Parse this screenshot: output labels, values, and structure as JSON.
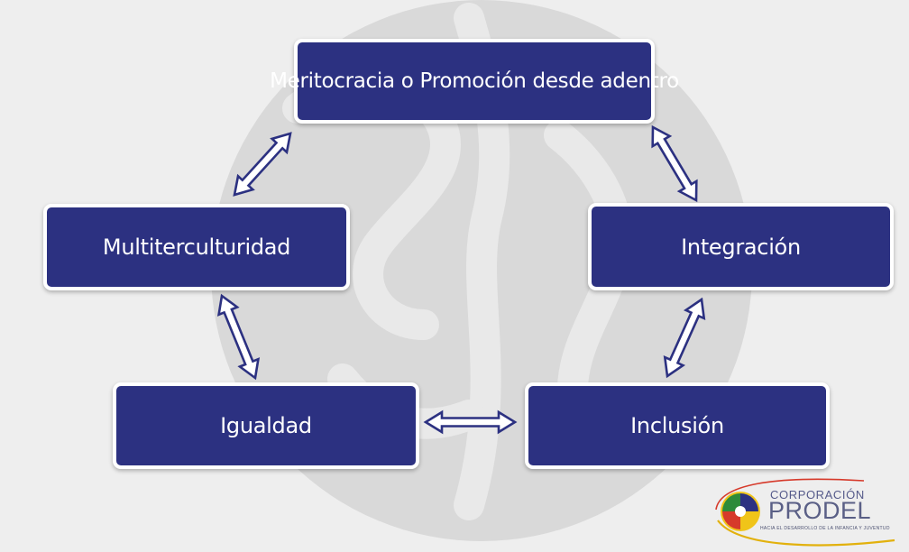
{
  "diagram": {
    "nodes": {
      "top": "Meritocracia o Promoción desde adentro",
      "left": "Multiterculturidad",
      "right": "Integración",
      "bottom_left": "Igualdad",
      "bottom_right": "Inclusión"
    }
  },
  "logo": {
    "line1": "CORPORACIÓN",
    "line2": "PRODEL",
    "line3": "HACIA EL DESARROLLO DE LA INFANCIA Y JUVENTUD"
  },
  "colors": {
    "node_fill": "#2c3181",
    "node_border": "#ffffff",
    "arrow_stroke": "#2c3181",
    "background": "#eeeeee"
  }
}
